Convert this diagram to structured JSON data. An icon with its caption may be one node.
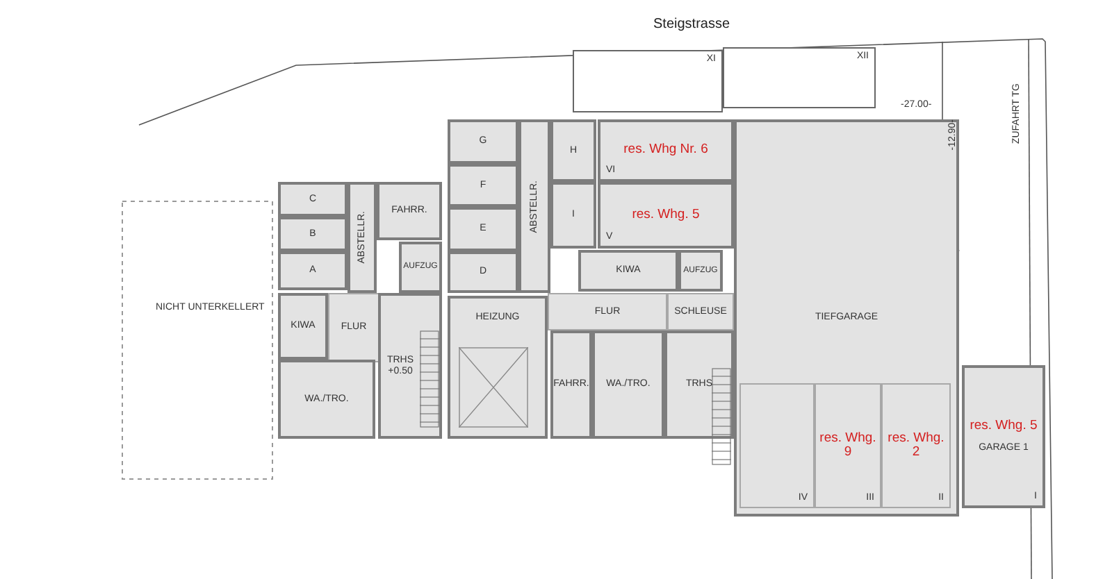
{
  "diagram": {
    "nodes": [
      {
        "text": [
          "C"
        ]
      },
      {
        "text": [
          "B"
        ]
      },
      {
        "text": [
          "A"
        ]
      },
      {
        "text": [
          "ABSTELLR."
        ]
      },
      {
        "text": [
          "FAHRR."
        ]
      },
      {
        "text": [
          "AUFZUG"
        ]
      },
      {
        "text": [
          "KIWA"
        ]
      },
      {
        "text": [
          "FLUR"
        ]
      },
      {
        "text": [
          "WA./TRO."
        ]
      },
      {
        "text": [
          "TRHS +0.50"
        ]
      },
      {
        "text": [
          "G"
        ]
      },
      {
        "text": [
          "F"
        ]
      },
      {
        "text": [
          "E"
        ]
      },
      {
        "text": [
          "D"
        ]
      },
      {
        "text": [
          "ABSTELLR."
        ]
      },
      {
        "text": [
          "H"
        ]
      },
      {
        "text": [
          "I"
        ]
      },
      {
        "text": [
          "HEIZUNG"
        ]
      },
      {
        "text": [
          "KIWA"
        ]
      },
      {
        "text": [
          "AUFZUG"
        ]
      },
      {
        "text": [
          "FLUR"
        ]
      },
      {
        "text": [
          "SCHLEUSE"
        ]
      },
      {
        "text": [
          "FAHRR."
        ]
      },
      {
        "text": [
          "WA./TRO."
        ]
      },
      {
        "text": [
          "TRHS"
        ]
      },
      {
        "text": [
          "res. Whg Nr. 6",
          "VI"
        ]
      },
      {
        "text": [
          "res. Whg. 5",
          "V"
        ]
      },
      {
        "text": [
          "TIEFGARAGE"
        ]
      },
      {
        "text": [
          "IV"
        ],
        "in": 27
      },
      {
        "text": [
          "res. Whg. 9",
          "III"
        ],
        "in": 27
      },
      {
        "text": [
          "res. Whg. 2",
          "II"
        ],
        "in": 27
      },
      {
        "text": [
          "res. Whg. 5",
          "GARAGE 1",
          "I"
        ]
      },
      {
        "text": [
          "XI"
        ]
      },
      {
        "text": [
          "XII"
        ]
      }
    ],
    "labels": [
      "Steigstrasse",
      "ZUFAHRT TG",
      "-27.00-",
      "-12.90-",
      "NICHT UNTERKELLERT"
    ]
  }
}
